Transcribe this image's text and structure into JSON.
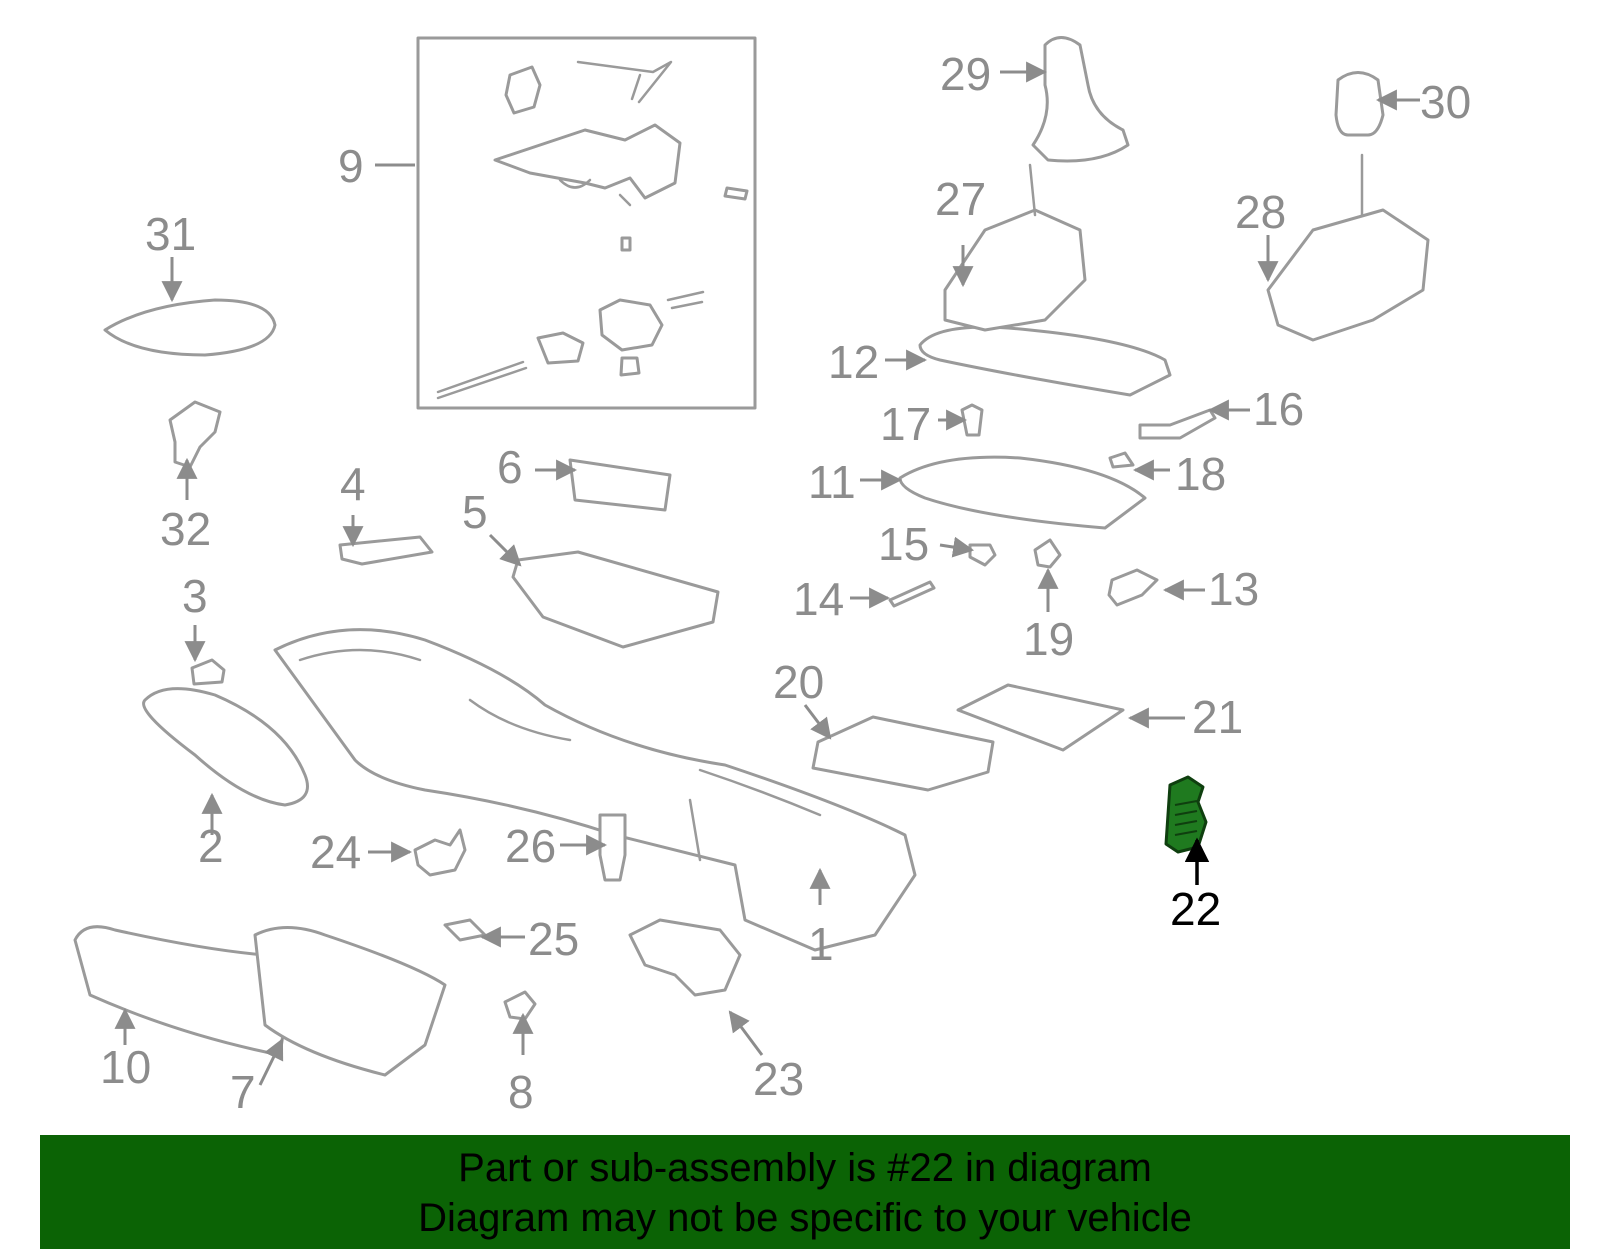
{
  "diagram": {
    "highlight": "22",
    "part_numbers": [
      "1",
      "2",
      "3",
      "4",
      "5",
      "6",
      "7",
      "8",
      "9",
      "10",
      "11",
      "12",
      "13",
      "14",
      "15",
      "16",
      "17",
      "18",
      "19",
      "20",
      "21",
      "22",
      "23",
      "24",
      "25",
      "26",
      "27",
      "28",
      "29",
      "30",
      "31",
      "32"
    ],
    "colors": {
      "line_art": "#9a9a9a",
      "highlight_part": "#1f7a1f",
      "banner": "#0b6305",
      "highlight_text": "#000000"
    }
  },
  "banner": {
    "line1": "Part or sub-assembly is #22 in diagram",
    "line2": "Diagram may not be specific to your vehicle"
  }
}
